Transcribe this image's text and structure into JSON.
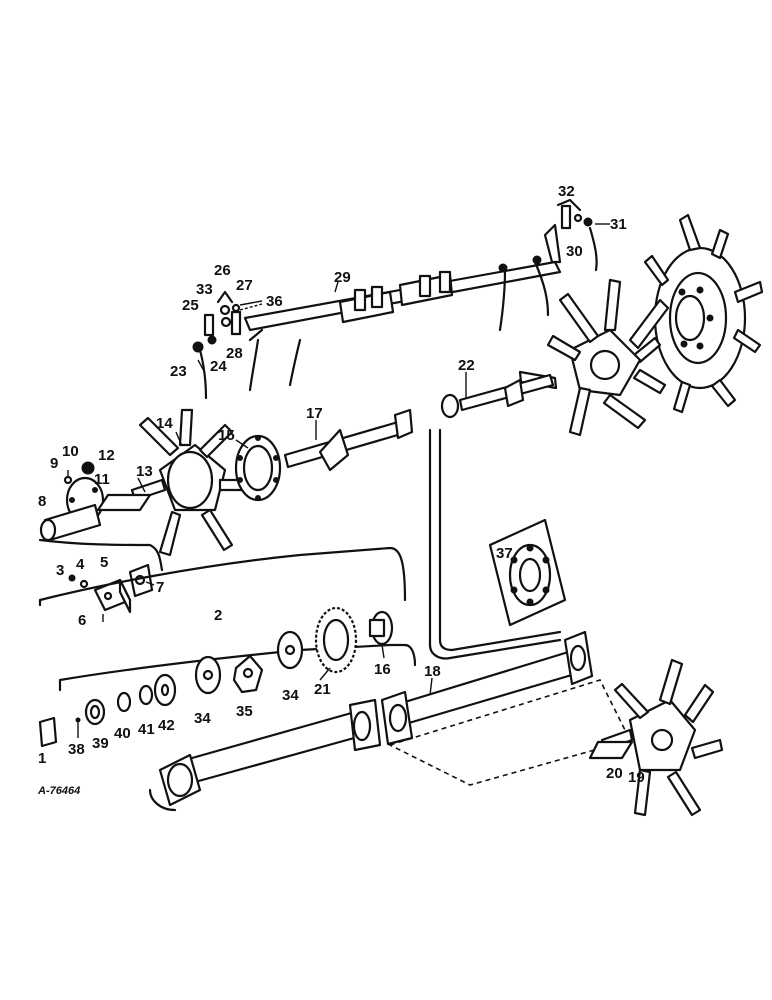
{
  "diagram": {
    "reference_code": "A-76464",
    "callouts": {
      "c1": "1",
      "c2": "2",
      "c3": "3",
      "c4": "4",
      "c5": "5",
      "c6": "6",
      "c7": "7",
      "c8": "8",
      "c9": "9",
      "c10": "10",
      "c11": "11",
      "c12": "12",
      "c13": "13",
      "c14": "14",
      "c15": "15",
      "c16": "16",
      "c17": "17",
      "c18": "18",
      "c19": "19",
      "c20": "20",
      "c21": "21",
      "c22": "22",
      "c23": "23",
      "c24": "24",
      "c25": "25",
      "c26": "26",
      "c27": "27",
      "c28": "28",
      "c29": "29",
      "c30": "30",
      "c31": "31",
      "c32": "32",
      "c33": "33",
      "c34a": "34",
      "c34b": "34",
      "c35": "35",
      "c36": "36",
      "c37": "37",
      "c38": "38",
      "c39": "39",
      "c40": "40",
      "c41": "41",
      "c42": "42"
    }
  }
}
